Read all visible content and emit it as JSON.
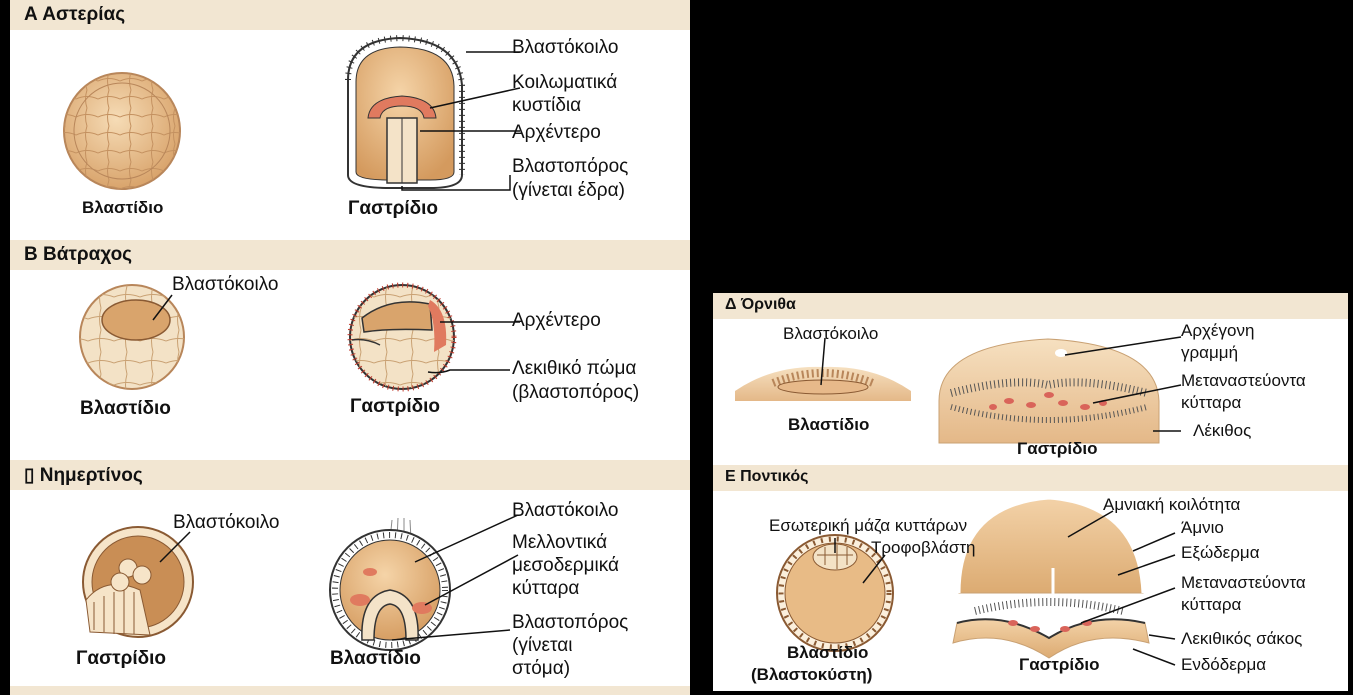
{
  "left_panel": {
    "section_a": {
      "title": "Α Αστερίας",
      "caption_left": "Βλαστίδιο",
      "caption_right": "Γαστρίδιο",
      "labels": [
        "Βλαστόκοιλο",
        "Κοιλωματικά",
        "κυστίδια",
        "Αρχέντερο",
        "Βλαστοπόρος",
        "(γίνεται έδρα)"
      ]
    },
    "section_b": {
      "title": "Β Βάτραχος",
      "caption_left": "Βλαστίδιο",
      "caption_right": "Γαστρίδιο",
      "label_left": "Βλαστόκοιλο",
      "labels": [
        "Αρχέντερο",
        "Λεκιθικό πώμα",
        "(βλαστοπόρος)"
      ]
    },
    "section_c": {
      "title": "▯ Νημερτίνος",
      "caption_left": "Γαστρίδιο",
      "caption_right": "Βλαστίδιο",
      "label_left": "Βλαστόκοιλο",
      "labels": [
        "Βλαστόκοιλο",
        "Μελλοντικά",
        "μεσοδερμικά",
        "κύτταρα",
        "Βλαστοπόρος",
        "(γίνεται",
        "στόμα)"
      ]
    }
  },
  "right_panel": {
    "section_d": {
      "title": "Δ Όρνιθα",
      "caption_left": "Βλαστίδιο",
      "caption_right": "Γαστρίδιο",
      "label_left": "Βλαστόκοιλο",
      "labels": [
        "Αρχέγονη",
        "γραμμή",
        "Μεταναστεύοντα",
        "κύτταρα",
        "Λέκιθος"
      ]
    },
    "section_e": {
      "title": "Ε Ποντικός",
      "caption_left_1": "Βλαστίδιο",
      "caption_left_2": "(Βλαστοκύστη)",
      "caption_right": "Γαστρίδιο",
      "labels_left": [
        "Εσωτερική μάζα κυττάρων",
        "Τροφοβλάστη"
      ],
      "labels": [
        "Αμνιακή κοιλότητα",
        "Άμνιο",
        "Εξώδερμα",
        "Μεταναστεύοντα",
        "κύτταρα",
        "Λεκιθικός σάκος",
        "Ενδόδερμα"
      ]
    }
  },
  "colors": {
    "header_bg": "#f2e6d2",
    "tissue": "#e2b07a",
    "tissue_light": "#f3d9b5",
    "mesoderm": "#e07a5f",
    "background": "#000000"
  }
}
